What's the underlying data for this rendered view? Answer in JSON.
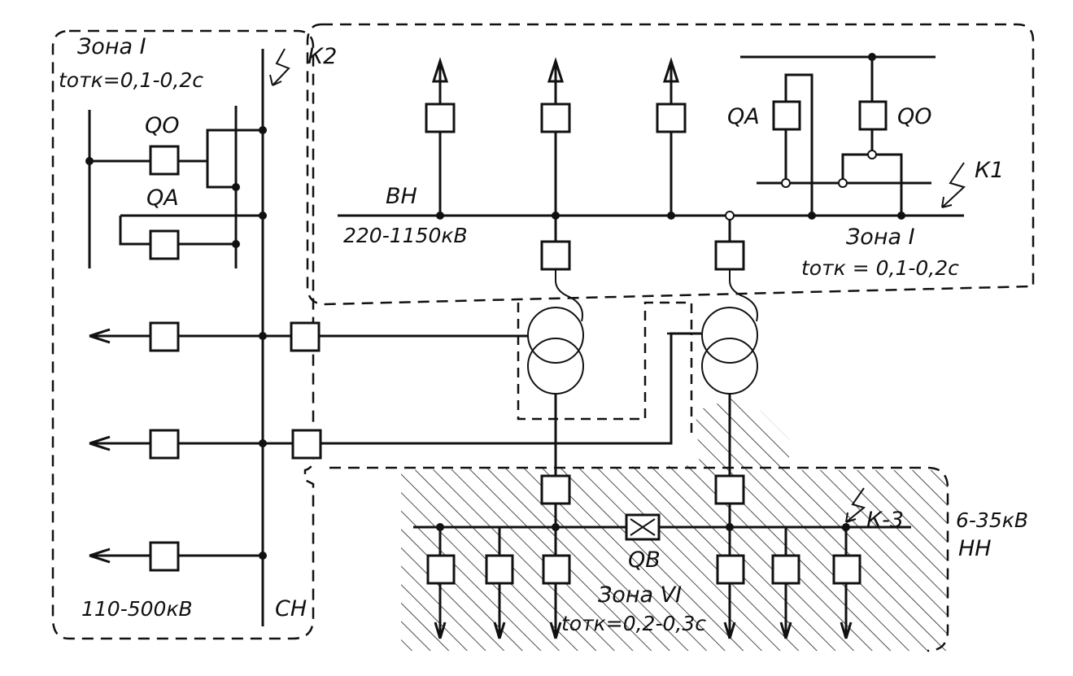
{
  "labels": {
    "zone_left_title": "Зона I",
    "zone_left_time": "tотк=0,1-0,2с",
    "zone_right_title": "Зона I",
    "zone_right_time": "tотк = 0,1-0,2с",
    "zone_low_title": "Зона VI",
    "zone_low_time": "tотк=0,2-0,3с",
    "k1": "К1",
    "k2": "К2",
    "k3": "К-3",
    "qo_left": "QO",
    "qa_left": "QA",
    "qa_right": "QA",
    "qo_right": "QO",
    "qb": "QB",
    "vn": "ВН",
    "vn_voltage": "220-1150кВ",
    "sn": "СН",
    "sn_voltage": "110-500кВ",
    "nn_voltage": "6-35кВ",
    "nn": "НН"
  }
}
